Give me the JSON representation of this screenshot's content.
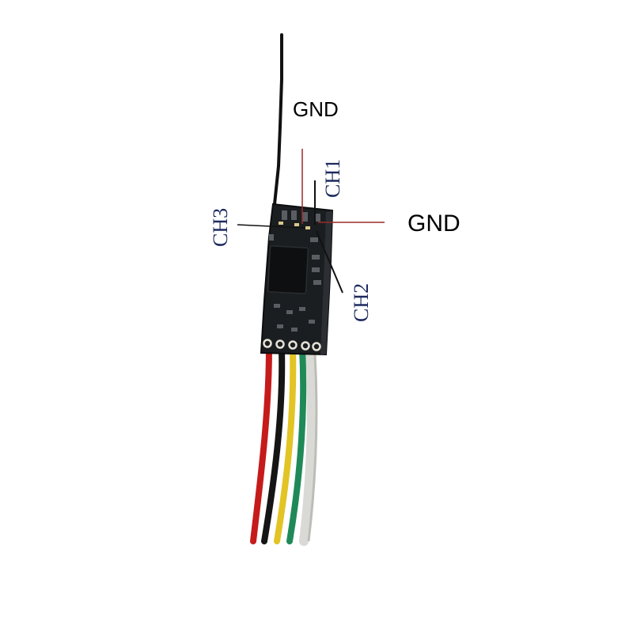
{
  "labels": {
    "gnd_antenna": "GND",
    "gnd_right": "GND",
    "ch1": "CH1",
    "ch2": "CH2",
    "ch3": "CH3"
  },
  "colors": {
    "pcb": "#1b1e21",
    "antenna": "#111111",
    "leader_red": "#9a2b2b",
    "leader_black": "#111111",
    "label_serif": "#1c2a5e",
    "wire_red": "#c61b1b",
    "wire_black": "#151515",
    "wire_yellow": "#e2c424",
    "wire_green": "#1f8a57",
    "wire_white": "#d9d9d6"
  },
  "wires": [
    "red",
    "black",
    "yellow",
    "green",
    "white"
  ]
}
